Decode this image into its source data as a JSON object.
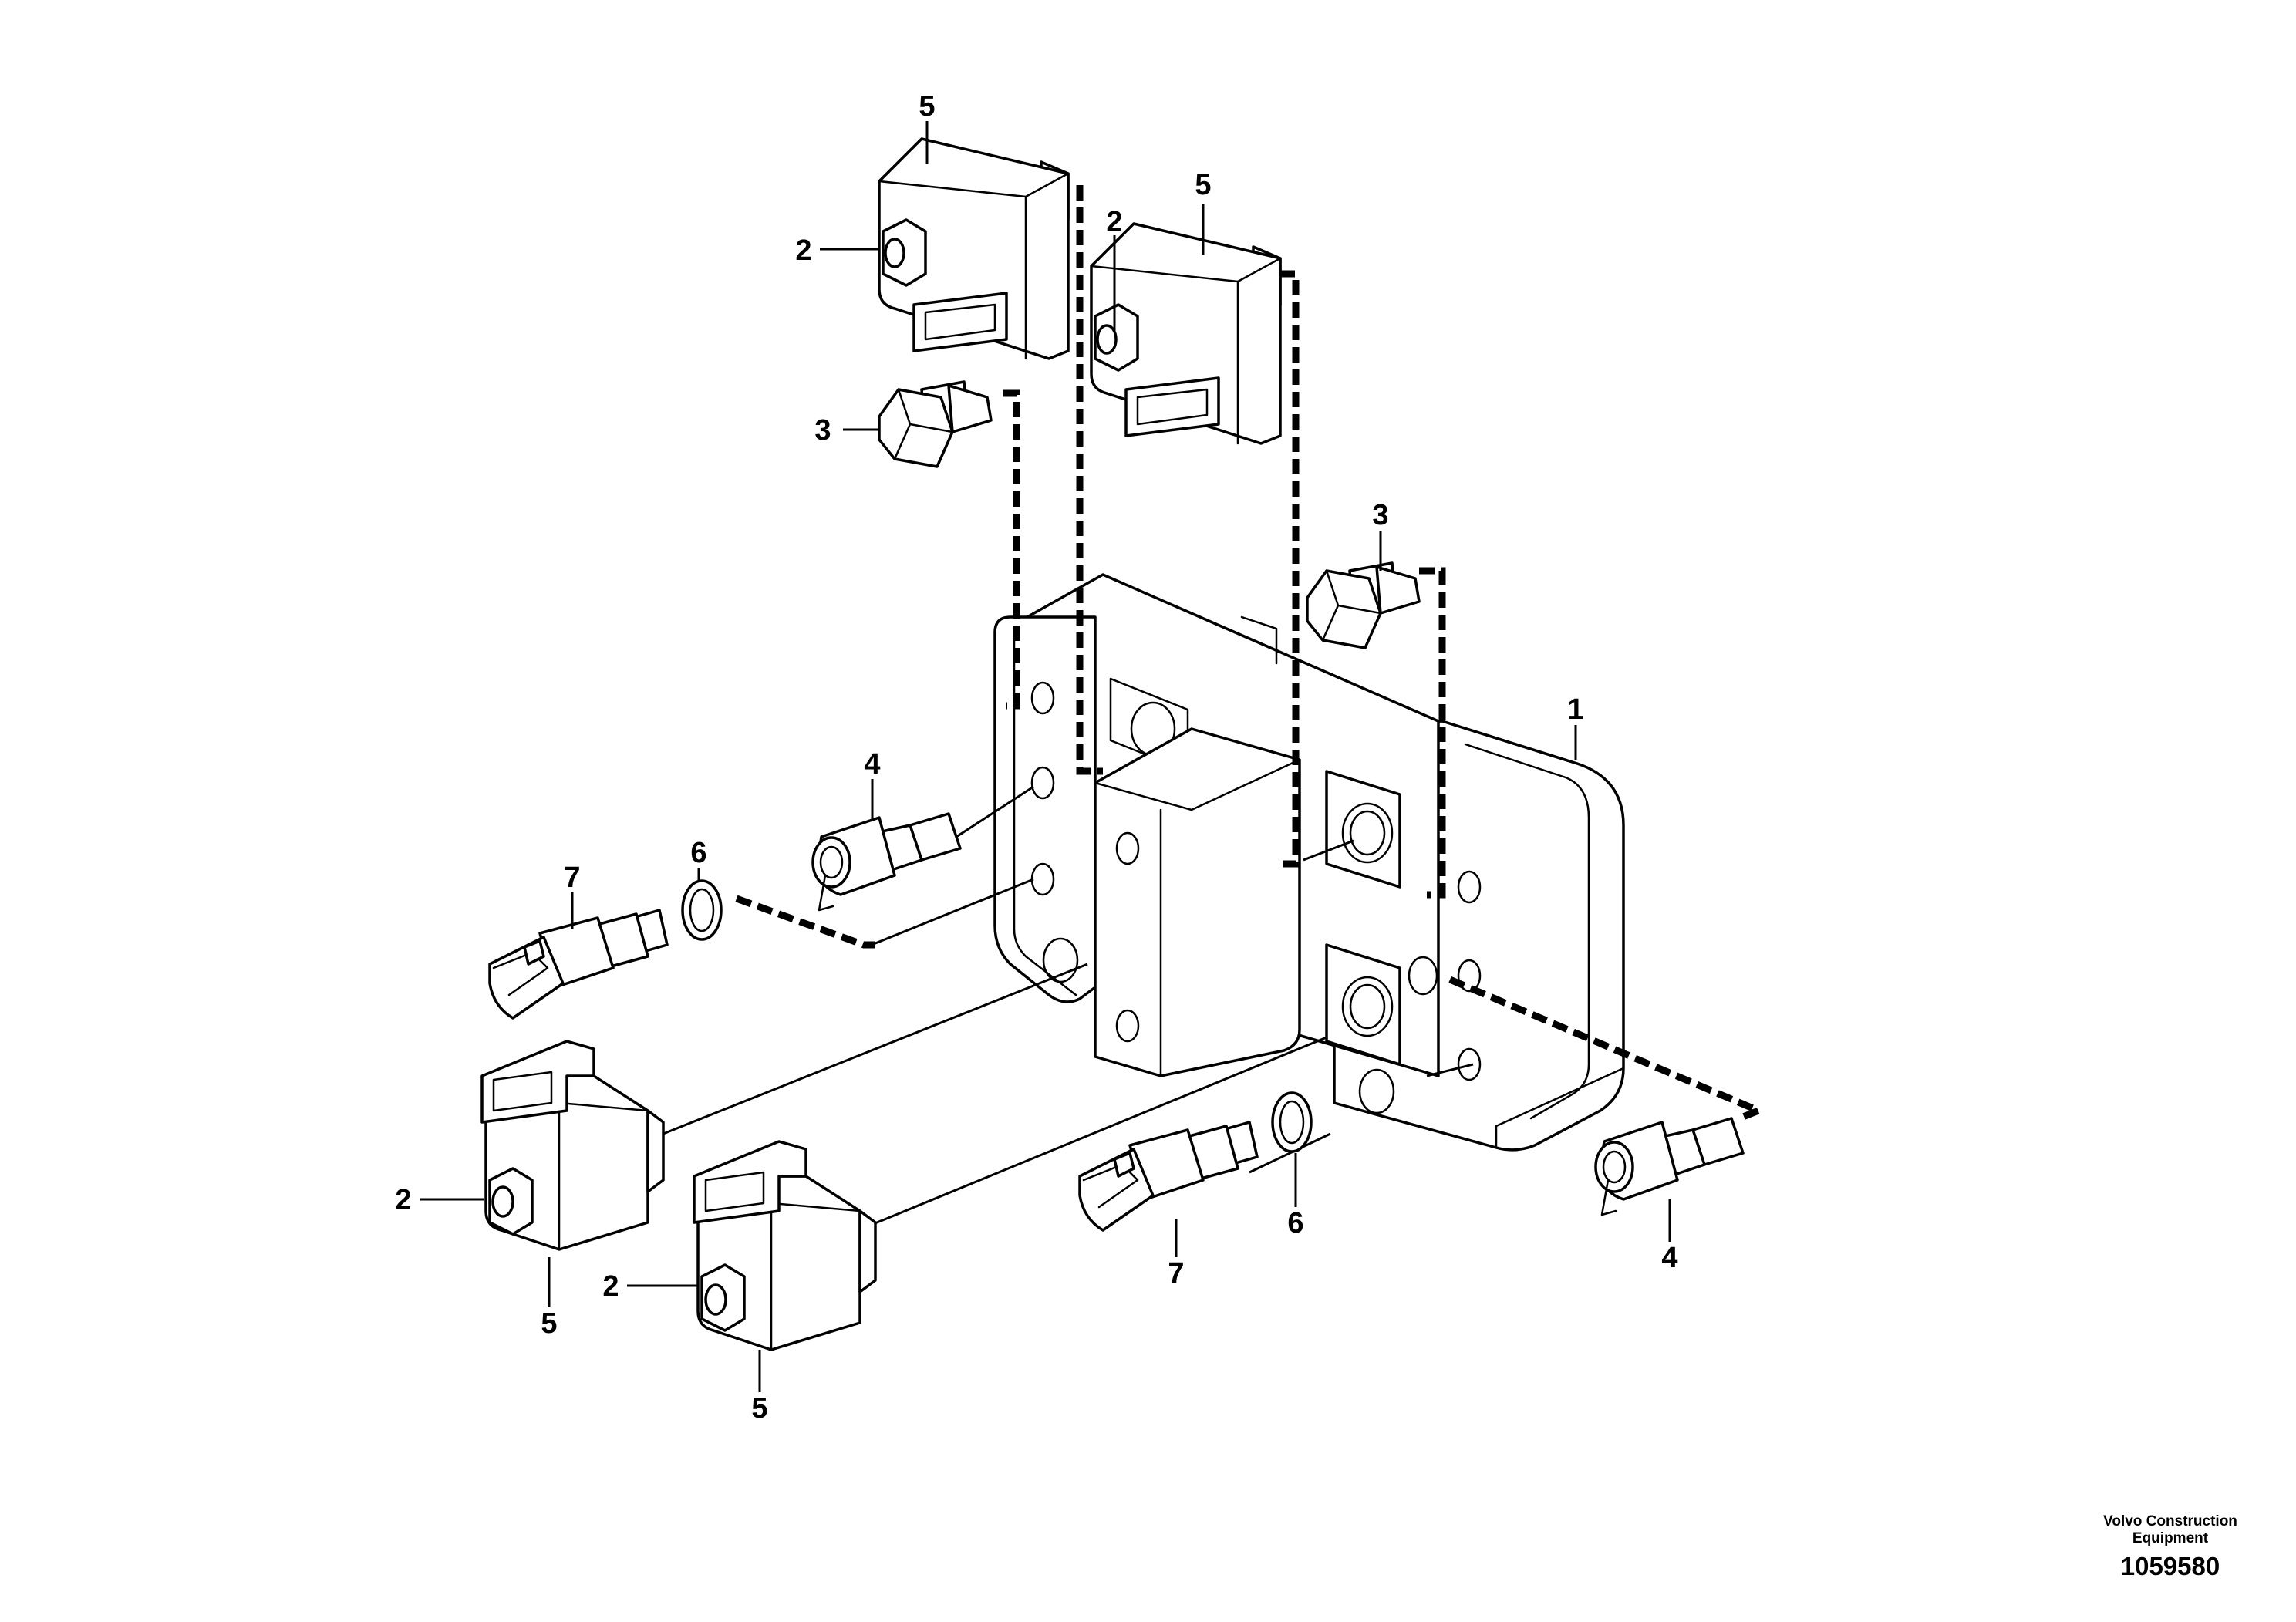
{
  "callouts": [
    "1",
    "2",
    "3",
    "4",
    "5",
    "6",
    "7"
  ],
  "parts": {
    "block": "valve-block",
    "solenoid": "solenoid-coil",
    "nut": "nut",
    "relief_valve": "pressure-relief-valve",
    "pressure_sensor": "pressure-sensor",
    "seal_ring": "seal-ring",
    "temperature_sensor": "sensor"
  },
  "footer": {
    "company": "Volvo Construction Equipment",
    "drawing_number": "1059580"
  }
}
